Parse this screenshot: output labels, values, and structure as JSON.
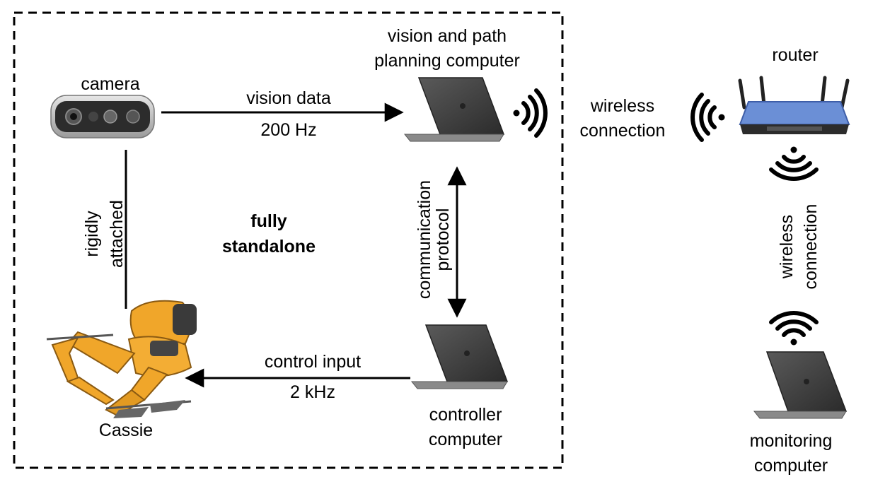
{
  "labels": {
    "camera": "camera",
    "vision_data": "vision data",
    "vision_rate": "200 Hz",
    "vision_computer_line1": "vision and path",
    "vision_computer_line2": "planning computer",
    "wireless_left_line1": "wireless",
    "wireless_left_line2": "connection",
    "router": "router",
    "rigidly": "rigidly",
    "attached": "attached",
    "fully": "fully",
    "standalone": "standalone",
    "communication": "communication",
    "protocol": "protocol",
    "wireless_right_line1": "wireless",
    "wireless_right_line2": "connection",
    "control_input": "control input",
    "control_rate": "2 kHz",
    "controller_line1": "controller",
    "controller_line2": "computer",
    "cassie": "Cassie",
    "monitoring_line1": "monitoring",
    "monitoring_line2": "computer"
  },
  "icons": {
    "camera": "depth-camera-icon",
    "laptop": "laptop-icon",
    "router": "router-icon",
    "wifi": "wifi-signal-icon",
    "robot": "biped-robot-icon"
  },
  "colors": {
    "robot": "#f0a62a",
    "router": "#5b7fc7",
    "laptop": "#3a3a3a"
  }
}
